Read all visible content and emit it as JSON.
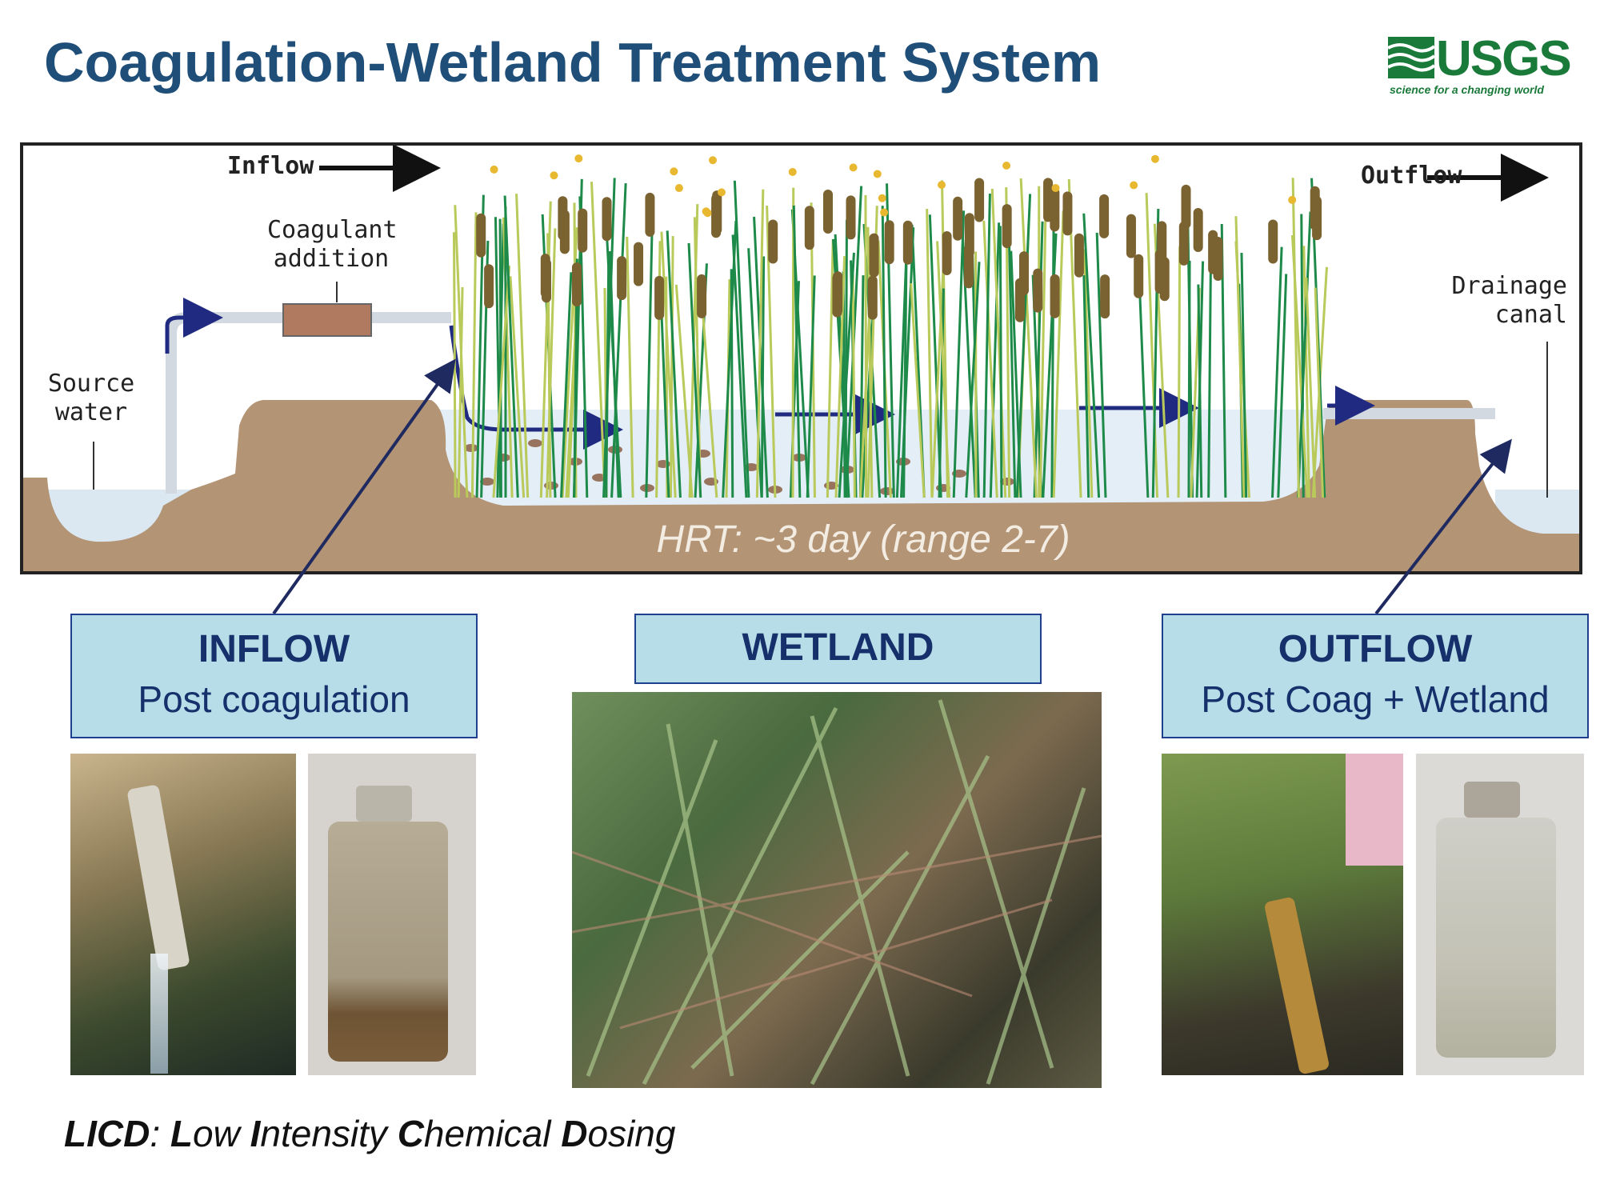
{
  "slide": {
    "title": "Coagulation-Wetland Treatment System"
  },
  "logo": {
    "name": "USGS",
    "tagline": "science for a changing world",
    "color": "#1a7a3a"
  },
  "diagram": {
    "inflow_label": "Inflow",
    "outflow_label": "Outflow",
    "coagulant_label_1": "Coagulant",
    "coagulant_label_2": "addition",
    "source_label_1": "Source",
    "source_label_2": "water",
    "drainage_label_1": "Drainage",
    "drainage_label_2": "canal",
    "hrt": "HRT: ~3 day (range 2-7)",
    "colors": {
      "soil": "#b39475",
      "water": "#dbe8f2",
      "arrow": "#1f2a80",
      "reed_green": "#1e8a4a",
      "cattail": "#7a6330"
    }
  },
  "panels": [
    {
      "heading": "INFLOW",
      "subheading": "Post coagulation"
    },
    {
      "heading": "WETLAND",
      "subheading": ""
    },
    {
      "heading": "OUTFLOW",
      "subheading": "Post Coag + Wetland"
    }
  ],
  "footer": {
    "acronym": "LICD",
    "sep": ": ",
    "words": [
      {
        "initial": "L",
        "rest": "ow "
      },
      {
        "initial": "I",
        "rest": "ntensity "
      },
      {
        "initial": "C",
        "rest": "hemical "
      },
      {
        "initial": "D",
        "rest": "osing"
      }
    ]
  }
}
